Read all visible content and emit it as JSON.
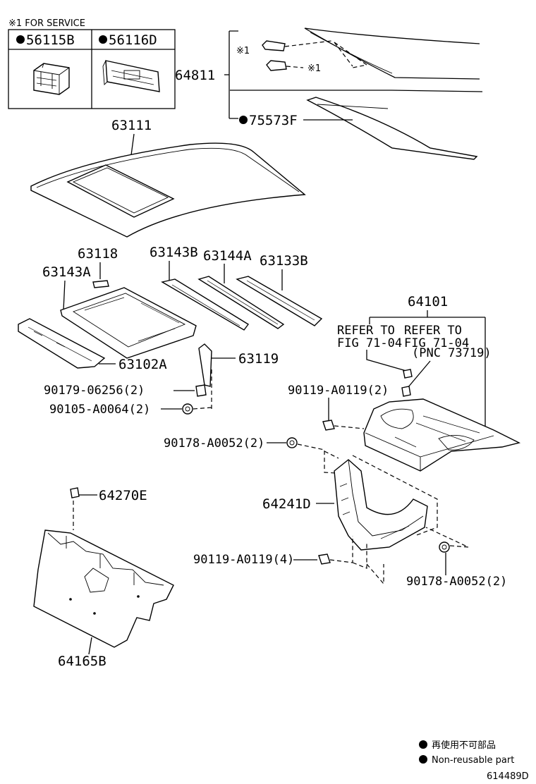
{
  "service_box": {
    "header": "※1 FOR SERVICE",
    "items": [
      {
        "part_no": "56115B"
      },
      {
        "part_no": "56116D"
      }
    ]
  },
  "service_marks": [
    "※1",
    "※1"
  ],
  "part_labels": {
    "p64811": "64811",
    "p75573F": "75573F",
    "p63111": "63111",
    "p63118": "63118",
    "p63143B": "63143B",
    "p63144A": "63144A",
    "p63133B": "63133B",
    "p63143A": "63143A",
    "p63102A": "63102A",
    "p63119": "63119",
    "p64101": "64101",
    "p90179": "90179-06256(2)",
    "p90105": "90105-A0064(2)",
    "p90119a": "90119-A0119(2)",
    "p90178a": "90178-A0052(2)",
    "p64270E": "64270E",
    "p64241D": "64241D",
    "p90119b": "90119-A0119(4)",
    "p90178b": "90178-A0052(2)",
    "p64165B": "64165B"
  },
  "refer_notes": {
    "left_line1": "REFER TO",
    "left_line2": "FIG 71-04",
    "right_line1": "REFER TO",
    "right_line2": "FIG 71-04",
    "right_line3": "(PNC 73719)"
  },
  "legend": {
    "jp": "再使用不可部品",
    "en": "Non-reusable part"
  },
  "figure_id": "614489D",
  "colors": {
    "ink": "#000000",
    "paper": "#ffffff"
  }
}
